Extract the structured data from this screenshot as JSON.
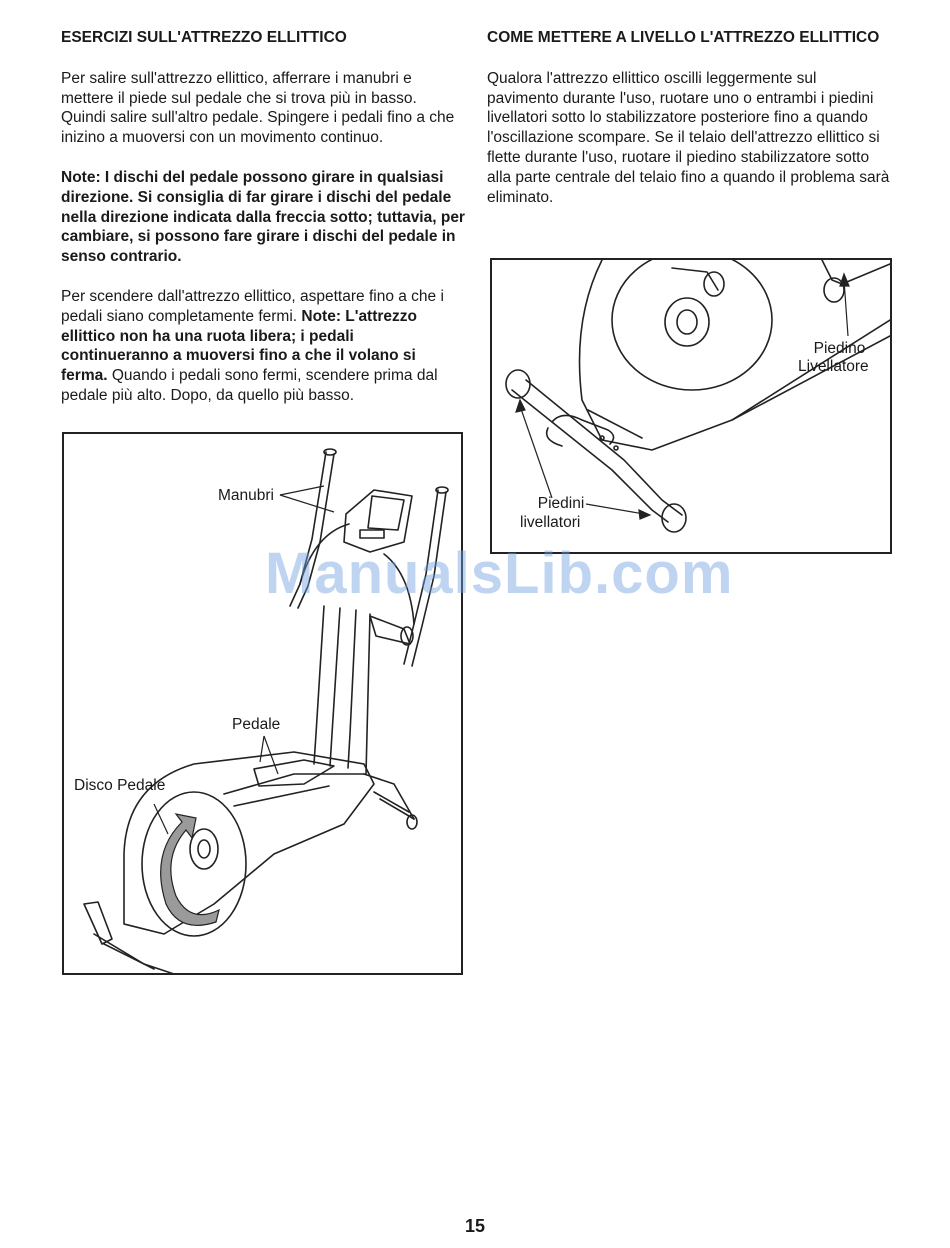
{
  "left": {
    "heading": "ESERCIZI SULL'ATTREZZO ELLITTICO",
    "para1": "Per salire sull'attrezzo ellittico, afferrare i manubri e mettere il piede sul pedale che si trova più in basso. Quindi salire sull'altro pedale. Spingere i pedali fino a che inizino a muoversi con un movimento continuo.",
    "note1": "Note: I dischi del pedale possono girare in qualsiasi direzione. Si consiglia di far girare i dischi del pedale nella direzione indicata dalla freccia sotto; tuttavia, per cambiare, si possono fare girare i dischi del pedale in senso contrario.",
    "para3_start": "Per scendere dall'attrezzo ellittico, aspettare fino a che i pedali siano completamente fermi. ",
    "para3_bold": "Note: L'attrezzo ellittico non ha una ruota libera; i pedali continueranno a muoversi fino a che il volano si ferma.",
    "para3_end": " Quando i pedali sono fermi, scendere prima dal pedale più alto. Dopo, da quello più basso."
  },
  "right": {
    "heading": "COME METTERE A LIVELLO L'ATTREZZO ELLITTICO",
    "para1": "Qualora l'attrezzo ellittico oscilli leggermente sul pavimento durante l'uso, ruotare uno o entrambi i piedini livellatori sotto lo stabilizzatore posteriore fino a quando l'oscillazione scompare. Se il telaio dell'attrezzo ellittico si flette durante l'uso, ruotare il piedino stabilizzatore sotto alla parte centrale del telaio fino a quando il problema sarà eliminato."
  },
  "figure_left": {
    "label_manubri": "Manubri",
    "label_pedale": "Pedale",
    "label_disco": "Disco Pedale"
  },
  "figure_right": {
    "label_piedino_1": "Piedino",
    "label_piedino_2": "Livellatore",
    "label_piedini_1": "Piedini",
    "label_piedini_2": "livellatori"
  },
  "watermark": "ManualsLib.com",
  "page_number": "15"
}
